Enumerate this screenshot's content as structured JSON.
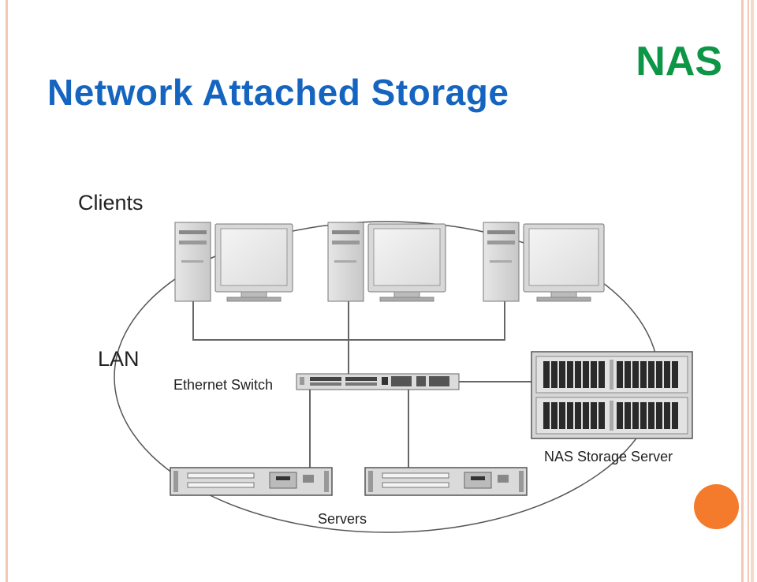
{
  "slide": {
    "title": "Network Attached Storage",
    "corner_label": "NAS"
  },
  "diagram": {
    "clients_label": "Clients",
    "lan_label": "LAN",
    "switch_label": "Ethernet Switch",
    "nas_label": "NAS Storage Server",
    "servers_label": "Servers"
  },
  "colors": {
    "title": "#1565c0",
    "corner_label": "#0c9646",
    "accent_dot": "#f47a2c",
    "slide_border": "#f2c7b5"
  }
}
